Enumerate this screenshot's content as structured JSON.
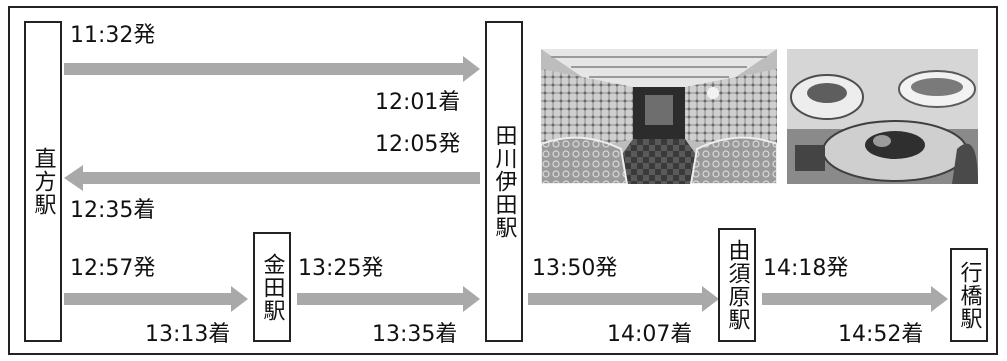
{
  "stations": {
    "nogata": "直方駅",
    "tagawaita": "田川伊田駅",
    "kanada": "金田駅",
    "yusubaru": "由須原駅",
    "yukuhashi": "行橋駅"
  },
  "times": {
    "dep_1132": "11:32発",
    "arr_1201": "12:01着",
    "dep_1205": "12:05発",
    "arr_1235": "12:35着",
    "dep_1257": "12:57発",
    "arr_1313": "13:13着",
    "dep_1325": "13:25発",
    "arr_1335": "13:35着",
    "dep_1350": "13:50発",
    "arr_1407": "14:07着",
    "dep_1418": "14:18発",
    "arr_1452": "14:52着"
  },
  "colors": {
    "arrow": "#a9a9a9",
    "border": "#222222"
  },
  "images": {
    "train_interior": "train-interior-photo",
    "cuisine": "cuisine-photo"
  }
}
